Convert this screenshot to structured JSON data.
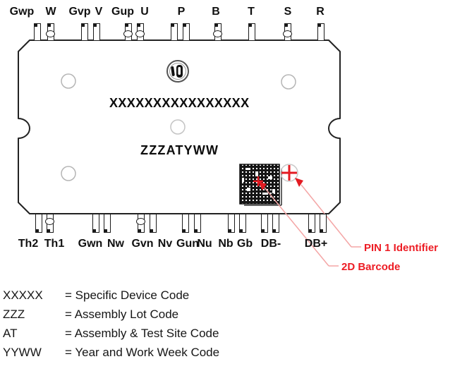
{
  "figure": {
    "type": "package-marking-diagram",
    "view": "top-view-module-outline"
  },
  "module": {
    "marking_line1": "XXXXXXXXXXXXXXXX",
    "marking_line2": "ZZZATYWW",
    "logo": "manufacturer-logo"
  },
  "top_pins": {
    "labels": [
      "Gwp",
      "W",
      "Gvp",
      "V",
      "Gup",
      "U",
      "P",
      "B",
      "T",
      "S",
      "R"
    ]
  },
  "bottom_pins": {
    "labels": [
      "Th2",
      "Th1",
      "Gwn",
      "Nw",
      "Gvn",
      "Nv",
      "Gun",
      "Nu",
      "Nb",
      "Gb",
      "DB-",
      "DB+"
    ]
  },
  "annotations": {
    "pin1_label": "PIN 1 Identifier",
    "barcode_label": "2D Barcode",
    "text_color": "#ed1c24",
    "leader_color": "#f4a6a6",
    "mark_color": "#e31b22"
  },
  "legend": {
    "rows": [
      {
        "key": "XXXXX",
        "value": "= Specific Device Code"
      },
      {
        "key": "ZZZ",
        "value": "= Assembly Lot Code"
      },
      {
        "key": "AT",
        "value": "= Assembly & Test Site Code"
      },
      {
        "key": "YYWW",
        "value": "= Year and Work Week Code"
      }
    ]
  }
}
